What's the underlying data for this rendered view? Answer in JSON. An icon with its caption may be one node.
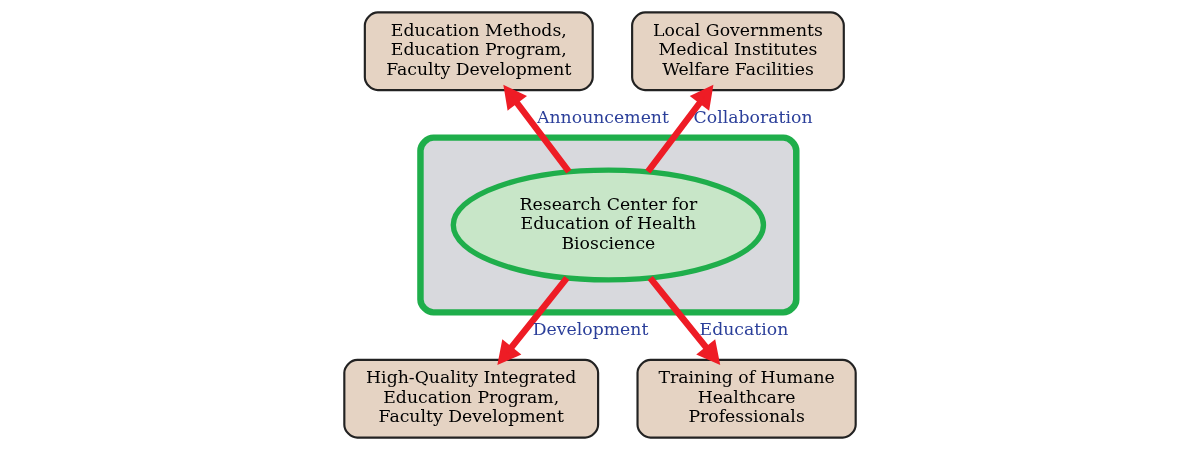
{
  "diagram": {
    "nodes": [
      {
        "text": [],
        "shape": "ellipse"
      },
      {
        "text": [
          "Education Methods, Education Program, Faculty Development"
        ]
      },
      {
        "text": [
          "Local Governments Medical Institutes Welfare Facilities"
        ]
      },
      {
        "text": [
          "Research Center for Education of Health Bioscience"
        ],
        "in": 0
      },
      {
        "text": [
          "High-Quality Integrated Education Program, Faculty Development"
        ]
      },
      {
        "text": [
          "Training of Humane Healthcare Professionals"
        ]
      }
    ],
    "edges": [
      {
        "from": 3,
        "to": 1,
        "arrow": "to",
        "label": "Announcement"
      },
      {
        "from": 3,
        "to": 2,
        "arrow": "to",
        "label": "Collaboration"
      },
      {
        "from": 3,
        "to": 4,
        "arrow": "to",
        "label": "Development"
      },
      {
        "from": 3,
        "to": 5,
        "arrow": "to",
        "label": "Education"
      }
    ]
  }
}
